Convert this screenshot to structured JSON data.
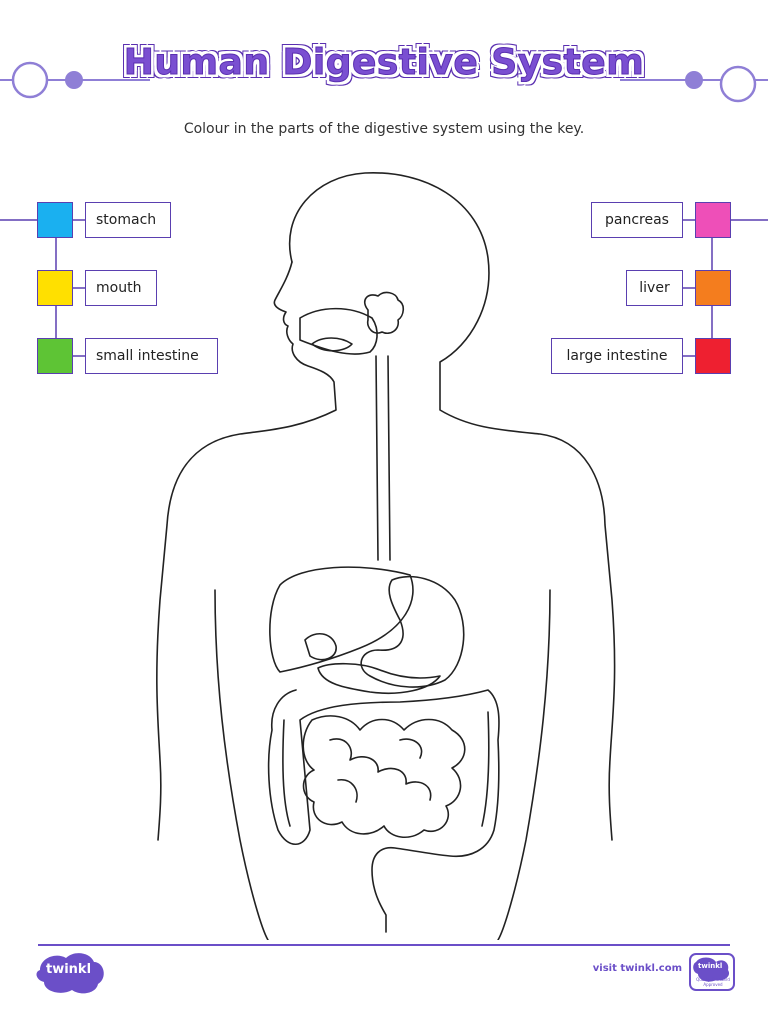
{
  "header": {
    "title": "Human Digestive System",
    "subtitle": "Colour in the parts of the digestive system using the key."
  },
  "key_left": [
    {
      "label": "stomach",
      "color": "#1ab0f0"
    },
    {
      "label": "mouth",
      "color": "#ffe000"
    },
    {
      "label": "small intestine",
      "color": "#5ec435"
    }
  ],
  "key_right": [
    {
      "label": "pancreas",
      "color": "#ee4fb8"
    },
    {
      "label": "liver",
      "color": "#f47d1e"
    },
    {
      "label": "large intestine",
      "color": "#ee2030"
    }
  ],
  "footer": {
    "logo_text": "twinkl",
    "link_text": "visit twinkl.com",
    "badge_brand": "twinkl",
    "badge_text": "Quality Standard Approved"
  },
  "colors": {
    "accent": "#6b4fc8",
    "title": "#7a4fd1",
    "outline": "#222222"
  }
}
